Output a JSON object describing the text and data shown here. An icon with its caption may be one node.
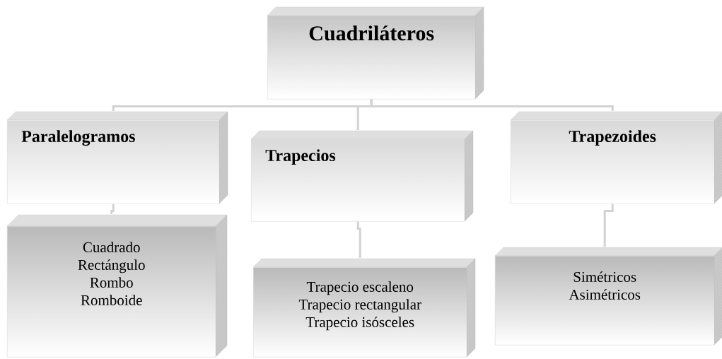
{
  "diagram": {
    "nodes": [
      {
        "text": [
          "Cuadriláteros"
        ]
      },
      {
        "text": [
          "Paralelogramos"
        ]
      },
      {
        "text": [
          "Trapecios"
        ]
      },
      {
        "text": [
          "Trapezoides"
        ]
      },
      {
        "text": [
          "Cuadrado",
          "Rectángulo",
          "Rombo",
          "Romboide"
        ]
      },
      {
        "text": [
          "Trapecio escaleno",
          "Trapecio rectangular",
          "Trapecio isósceles"
        ]
      },
      {
        "text": [
          "Simétricos",
          "Asimétricos"
        ]
      }
    ],
    "edges": [
      {
        "from": 0,
        "to": 1,
        "arrow": "none"
      },
      {
        "from": 0,
        "to": 2,
        "arrow": "none"
      },
      {
        "from": 0,
        "to": 3,
        "arrow": "none"
      },
      {
        "from": 1,
        "to": 4,
        "arrow": "none"
      },
      {
        "from": 2,
        "to": 5,
        "arrow": "none"
      },
      {
        "from": 3,
        "to": 6,
        "arrow": "none"
      }
    ]
  }
}
